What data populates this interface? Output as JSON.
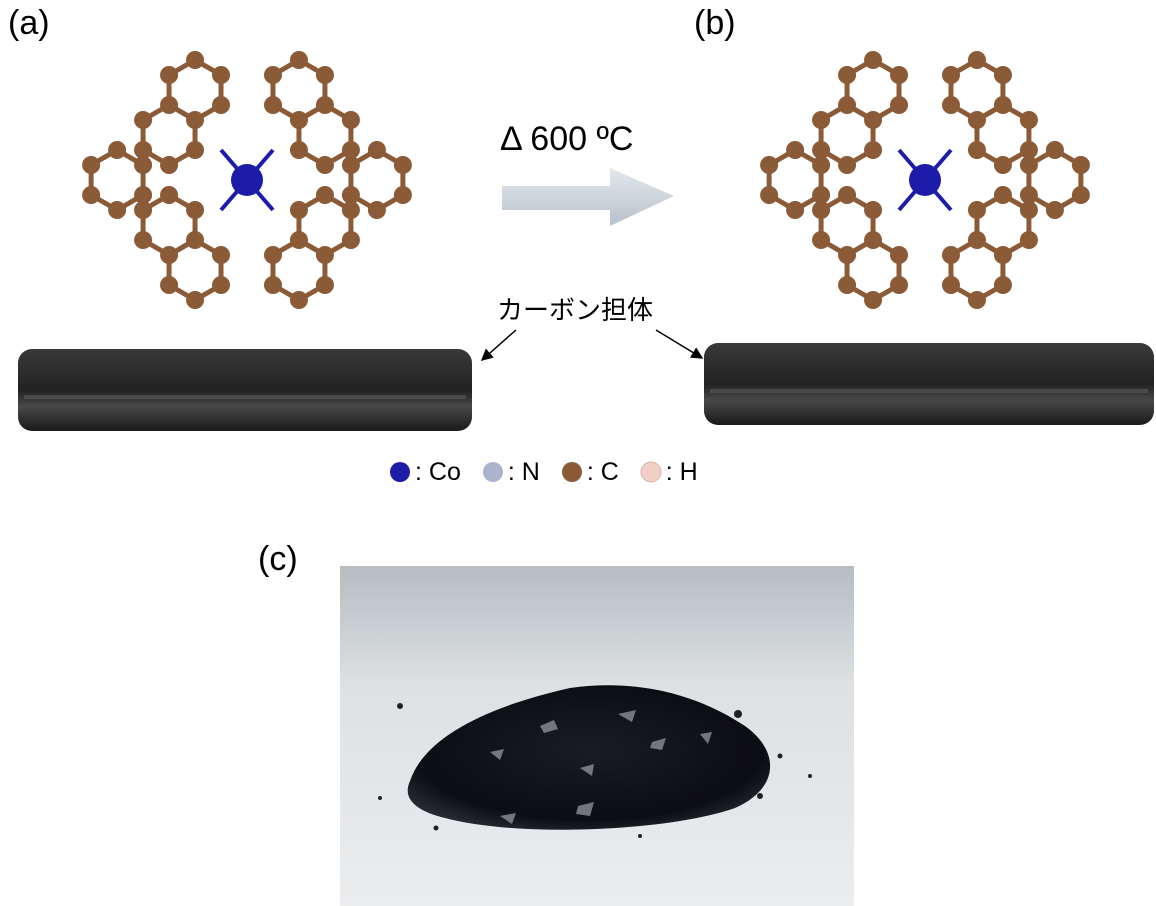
{
  "panels": {
    "a": "(a)",
    "b": "(b)",
    "c": "(c)"
  },
  "reaction": {
    "condition": "Δ 600 ºC"
  },
  "support_label": "カーボン担体",
  "legend": [
    {
      "symbol": "Co",
      "text": ": Co",
      "color": "#1c1ca8"
    },
    {
      "symbol": "N",
      "text": ": N",
      "color": "#aab4cc"
    },
    {
      "symbol": "C",
      "text": ": C",
      "color": "#8b5a36"
    },
    {
      "symbol": "H",
      "text": ": H",
      "color": "#efcfc8"
    }
  ],
  "colors": {
    "carbon": "#8b5a36",
    "nitrogen": "#aab4cc",
    "hydrogen": "#efcfc8",
    "cobalt": "#1c1ca8",
    "support": "#2c2c2c",
    "arrow": "#c4ced8"
  }
}
